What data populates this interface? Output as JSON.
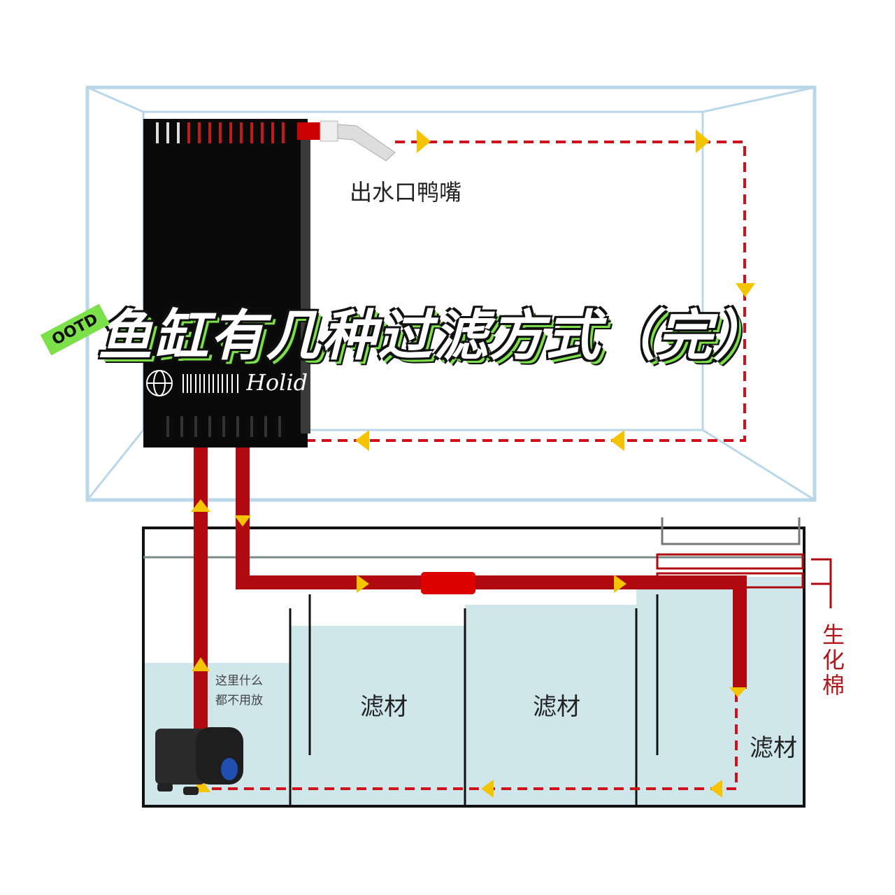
{
  "title": "鱼缸有几种过滤方式（完）",
  "tag": "OOTD",
  "filter_brand": "Holid",
  "labels": {
    "outlet": "出水口鸭嘴",
    "note": [
      "这里什么",
      "都不用放"
    ],
    "media": [
      "滤材",
      "滤材",
      "滤材"
    ],
    "bio_sponge": "生化棉"
  },
  "colors": {
    "pipe": "#b0090f",
    "arrow": "#f5c400",
    "water": "#cfe6ea",
    "tag": "#7be04a"
  }
}
